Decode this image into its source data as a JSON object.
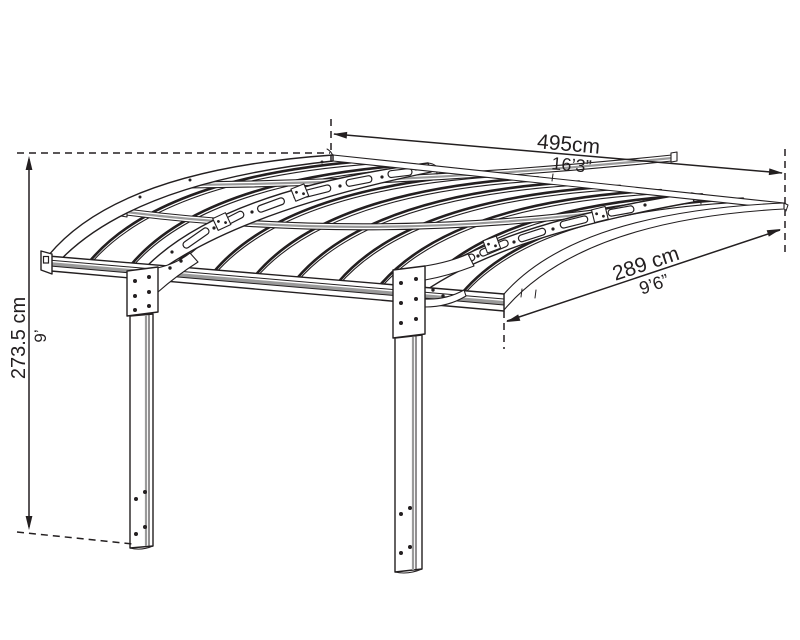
{
  "diagram": {
    "subject": "carport outline drawing with overall dimensions",
    "background_color": "#ffffff",
    "line_color": "#231f20",
    "dimensions": {
      "width": {
        "metric": "495cm",
        "imperial": "16’3”"
      },
      "depth": {
        "metric": "289 cm",
        "imperial": "9’6”"
      },
      "height": {
        "metric": "273.5 cm",
        "imperial": "9’"
      }
    }
  }
}
